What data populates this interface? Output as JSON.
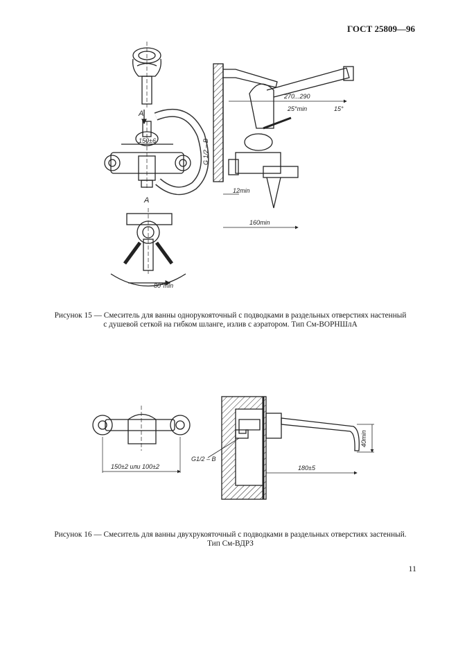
{
  "header": {
    "standard": "ГОСТ 25809—96"
  },
  "figure15": {
    "view_label_top": "А",
    "view_label_bottom": "А",
    "dims": {
      "spacing": "150±6",
      "reach": "270...290",
      "spout_angle": "25°min",
      "aerator_angle": "15°",
      "thread": "G 1/2 – B",
      "depth": "12min",
      "length": "160min",
      "handle_angle": "80°min"
    },
    "caption_line1": "Рисунок 15 — Смеситель для ванны однорукояточный с подводками в раздельных отверстиях настенный",
    "caption_line2": "с душевой сеткой на гибком шланге, излив с аэратором. Тип См-ВОРНШлА"
  },
  "figure16": {
    "dims": {
      "spacing": "150±2 или 100±2",
      "thread": "G1/2 – B",
      "reach": "180±5",
      "height": "40min"
    },
    "caption_line1": "Рисунок 16 — Смеситель для ванны двухрукояточный с подводками в раздельных отверстиях застенный.",
    "caption_line2": "Тип См-ВДРЗ"
  },
  "page_number": "11"
}
